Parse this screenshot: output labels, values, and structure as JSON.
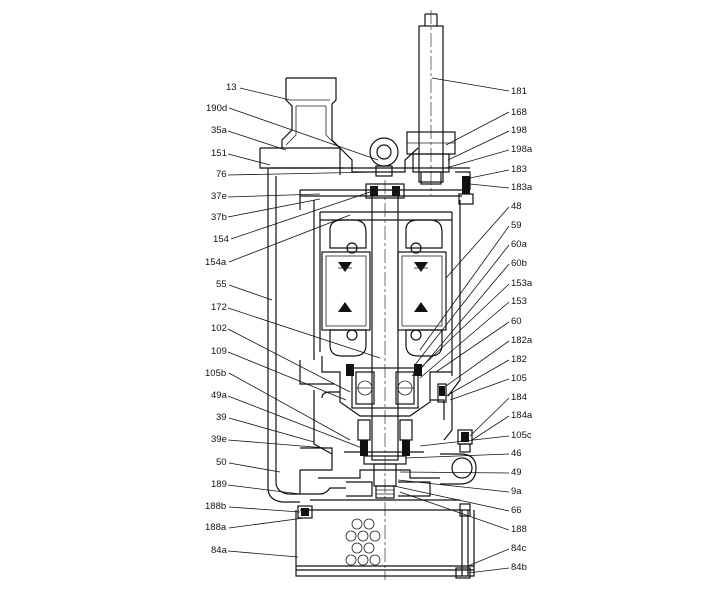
{
  "labels_left": [
    "13",
    "190d",
    "35a",
    "151",
    "76",
    "37e",
    "37b",
    "154",
    "154a",
    "55",
    "172",
    "102",
    "109",
    "105b",
    "49a",
    "39",
    "39e",
    "50",
    "189",
    "188b",
    "188a",
    "84a"
  ],
  "labels_right": [
    "181",
    "168",
    "198",
    "198a",
    "183",
    "183a",
    "48",
    "59",
    "60a",
    "60b",
    "153a",
    "153",
    "60",
    "182a",
    "182",
    "105",
    "184",
    "184a",
    "105c",
    "46",
    "49",
    "9a",
    "66",
    "188",
    "84c",
    "84b"
  ]
}
